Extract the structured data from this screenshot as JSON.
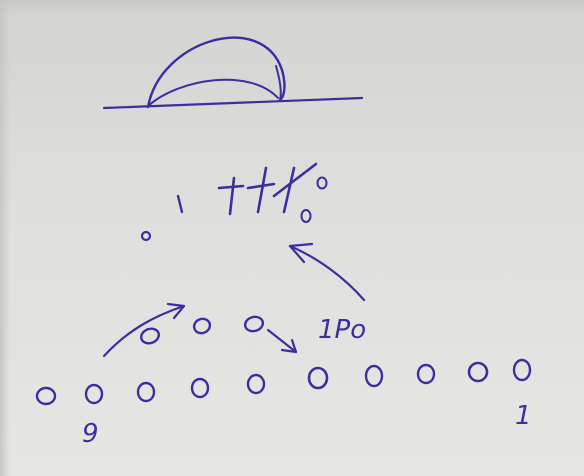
{
  "photo": {
    "ink_color": "#3b2fa0",
    "paper_color": "#dfe0de"
  },
  "labels": {
    "count_label": "1Po",
    "bottom_left_number": "9",
    "bottom_right_number": "1",
    "arc_digits": [
      "1",
      "7",
      "7",
      "7"
    ]
  }
}
